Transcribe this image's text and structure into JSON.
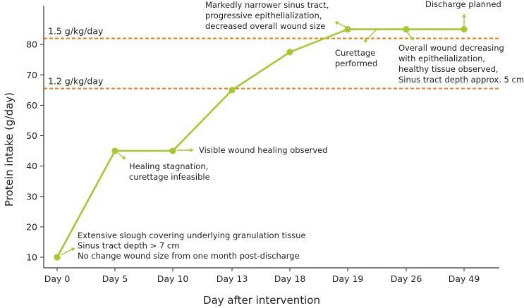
{
  "chart_data": {
    "type": "line",
    "title": "",
    "xlabel": "Day after intervention",
    "ylabel": "Protein intake (g/day)",
    "categories": [
      "Day 0",
      "Day 5",
      "Day 10",
      "Day 13",
      "Day 18",
      "Day 19",
      "Day 26",
      "Day 49"
    ],
    "values": [
      10,
      45,
      45,
      65,
      77.5,
      85,
      85,
      85
    ],
    "ylim": [
      5,
      90
    ],
    "yticks": [
      10,
      20,
      30,
      40,
      50,
      60,
      70,
      80
    ],
    "grid": false,
    "reference_lines": [
      {
        "label": "1.5 g/kg/day",
        "value": 82
      },
      {
        "label": "1.2 g/kg/day",
        "value": 65.5
      }
    ],
    "annotations": [
      {
        "point": 0,
        "lines": [
          "Extensive slough covering underlying granulation tissue",
          "Sinus tract depth > 7 cm",
          "No change wound size from one month post-discharge"
        ]
      },
      {
        "point": 1,
        "lines": [
          "Healing stagnation,",
          "curettage infeasible"
        ]
      },
      {
        "point": 2,
        "lines": [
          "Visible wound healing observed"
        ]
      },
      {
        "point": 5,
        "lines": [
          "Markedly narrower sinus tract,",
          "progressive epithelialization,",
          "decreased overall wound size"
        ]
      },
      {
        "point": 5,
        "lines": [
          "Curettage",
          "performed"
        ]
      },
      {
        "point": 6,
        "lines": [
          "Overall wound decreasing",
          "with epithelialization,",
          "healthy tissue observed,",
          "Sinus tract depth approx. 5 cm"
        ]
      },
      {
        "point": 7,
        "lines": [
          "Discharge planned"
        ]
      }
    ],
    "colors": {
      "line": "#a6c832",
      "reference": "#e8821e",
      "axis": "#333333",
      "text": "#222222"
    }
  }
}
